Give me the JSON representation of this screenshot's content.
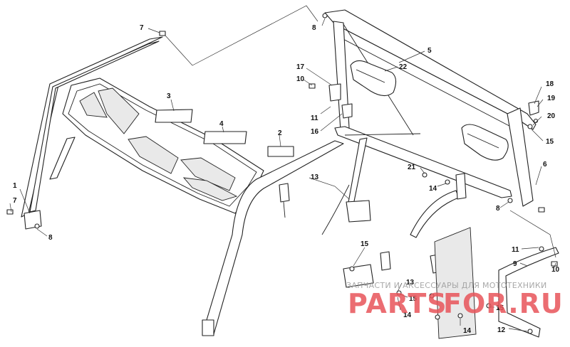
{
  "callouts": {
    "c1": "1",
    "c2": "2",
    "c3": "3",
    "c4": "4",
    "c5": "5",
    "c6": "6",
    "c7a": "7",
    "c7b": "7",
    "c8a": "8",
    "c8b": "8",
    "c8c": "8",
    "c9": "9",
    "c10a": "10",
    "c10b": "10",
    "c11a": "11",
    "c11b": "11",
    "c12": "12",
    "c13a": "13",
    "c13b": "13",
    "c14a": "14",
    "c14b": "14",
    "c14c": "14",
    "c15a": "15",
    "c15b": "15",
    "c15c": "15",
    "c15d": "15",
    "c16": "16",
    "c17": "17",
    "c18": "18",
    "c19": "19",
    "c20": "20",
    "c21": "21",
    "c22": "22"
  },
  "watermark": {
    "tagline": "ЗАПЧАСТИ И АКСЕССУАРЫ ДЛЯ МОТОТЕХНИКИ",
    "brand_left": "PARTS",
    "brand_right": "FOR.RU",
    "color_red": "#e8545a",
    "color_gray": "#9a9a9a"
  }
}
